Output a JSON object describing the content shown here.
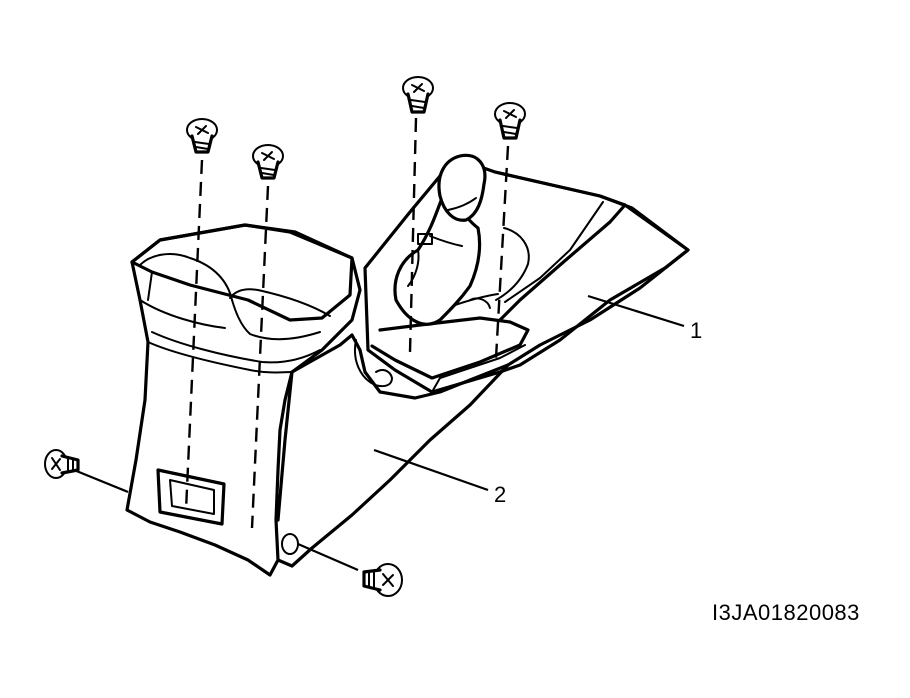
{
  "diagram": {
    "figure_id": "I3JA01820083",
    "callouts": [
      {
        "id": "1",
        "label": "1"
      },
      {
        "id": "2",
        "label": "2"
      }
    ],
    "icons": [
      "screw-icon",
      "rear-screw-icon",
      "side-screw-icon"
    ]
  }
}
